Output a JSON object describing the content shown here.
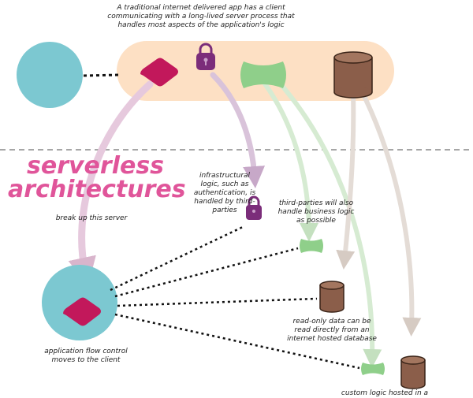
{
  "texts": {
    "top_caption": "A traditional internet delivered app has a client\ncommunicating with a long-lived server process that\nhandles most aspects of the application's logic",
    "title_line1": "serverless",
    "title_line2": "architectures",
    "break_up": "break up this server",
    "infra": "infrastructural\nlogic, such as\nauthentication, is\nhandled by third-\nparties",
    "third_parties": "third-parties will also\nhandle business logic\nas possible",
    "read_only": "read-only data can be\nread directly from an\ninternet hosted database",
    "flow_control": "application flow control\nmoves to the client",
    "custom_logic": "custom logic hosted in a"
  },
  "colors": {
    "client": "#7cc8d1",
    "server_band": "#fde0c4",
    "diamond": "#c2185b",
    "lock": "#7b2d7a",
    "bowtie": "#8fcf8a",
    "database": "#8b5e4a",
    "accent_text": "#e0559a",
    "arrow_pink": "#e6c9dd",
    "arrow_purple": "#d9c3da",
    "arrow_green": "#d6ebd2",
    "arrow_brown": "#e4dcd6"
  }
}
